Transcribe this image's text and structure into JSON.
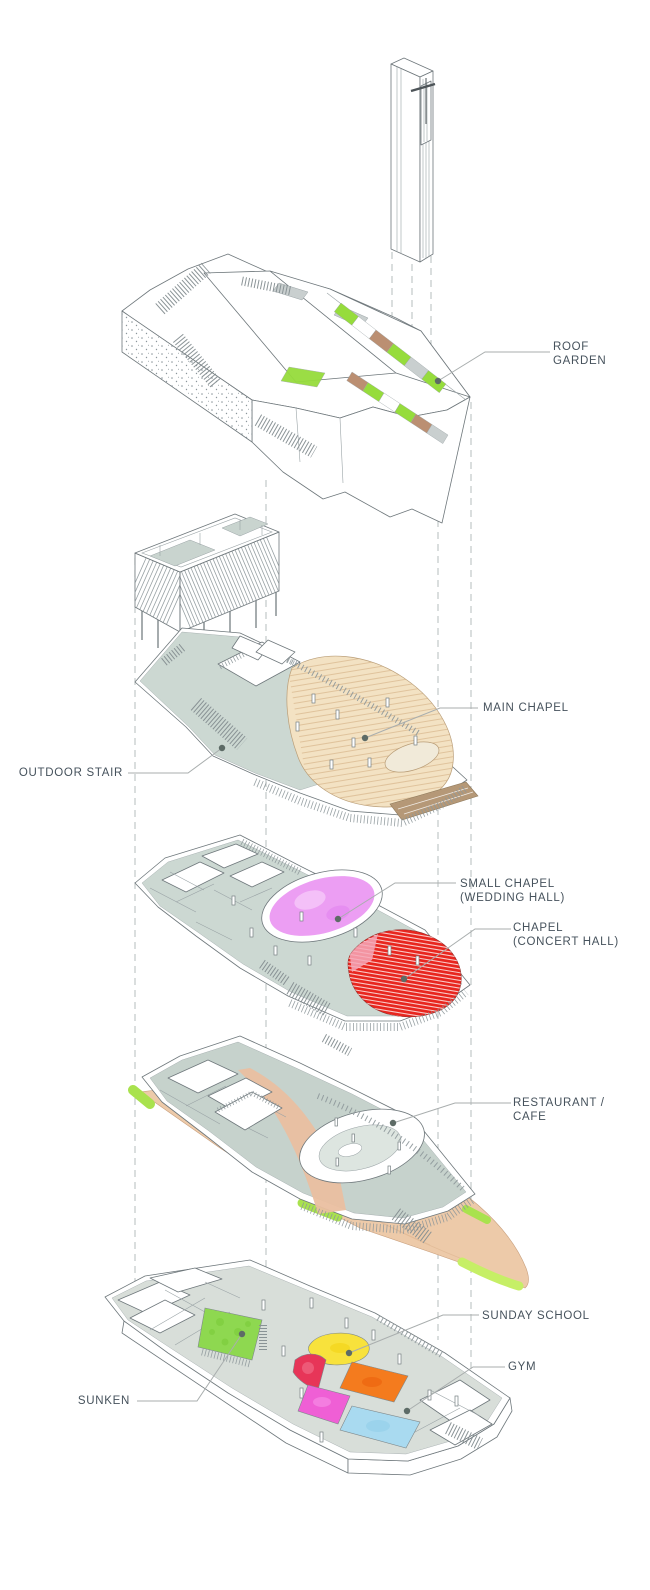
{
  "figure": {
    "type": "exploded-axonometric-architecture-diagram",
    "background": "#ffffff",
    "levels_top_to_bottom": [
      "bell tower",
      "roof garden level",
      "louvered pavilion box",
      "main chapel level with outdoor stair",
      "small chapel (wedding hall) and chapel (concert hall) level",
      "restaurant / cafe level",
      "sunken level with sunday school and gym"
    ]
  },
  "labels": {
    "roof_garden": "ROOF\nGARDEN",
    "main_chapel": "MAIN CHAPEL",
    "outdoor_stair": "OUTDOOR STAIR",
    "small_chapel": "SMALL CHAPEL\n(WEDDING HALL)",
    "chapel_concert": "CHAPEL\n(CONCERT HALL)",
    "restaurant_cafe": "RESTAURANT /\nCAFE",
    "sunday_school": "SUNDAY SCHOOL",
    "gym": "GYM",
    "sunken": "SUNKEN"
  },
  "colors": {
    "label_text": "#46525c",
    "leader_line": "#a9aeae",
    "anchor_dot": "#5d6b66",
    "linework": "#6e777b",
    "guide_dash": "#b6bcbc",
    "grass_green": "#a9e24e",
    "grass_green_light": "#c6ef66",
    "roof_green": "#96dc3c",
    "roof_brown": "#bb8f72",
    "roof_gray": "#c9cfcf",
    "floor_gray_green": "#ccd8d2",
    "seating_tan": "#f3e2c3",
    "stage_tan": "#f1ead9",
    "balcony_brown": "#b59877",
    "chapel_pink": "#ec9ef3",
    "chapel_red": "#e8261f",
    "salmon": "#eabfa0",
    "ground_tan": "#edcaa9",
    "room_green": "#8ed850",
    "room_yellow": "#f8e23c",
    "room_red": "#e73558",
    "room_magenta": "#ef5fd5",
    "room_orange": "#f47b1e",
    "room_blue": "#a9daf0"
  }
}
